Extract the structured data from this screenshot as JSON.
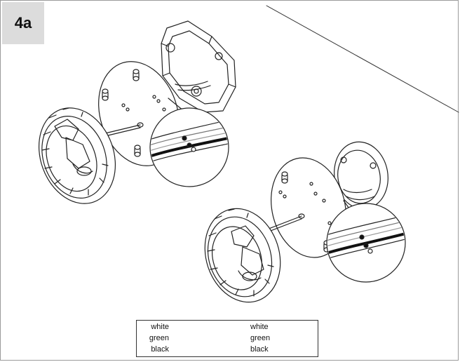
{
  "step": {
    "label": "4a"
  },
  "legend": {
    "left_labels": [
      "white",
      "green",
      "black"
    ],
    "right_labels": [
      "white",
      "green",
      "black"
    ]
  },
  "colors": {
    "wire_white": "#ffffff",
    "wire_green": "#9a9a9a",
    "wire_black": "#111111",
    "line": "#222222",
    "badge": "#dcdcdc"
  }
}
